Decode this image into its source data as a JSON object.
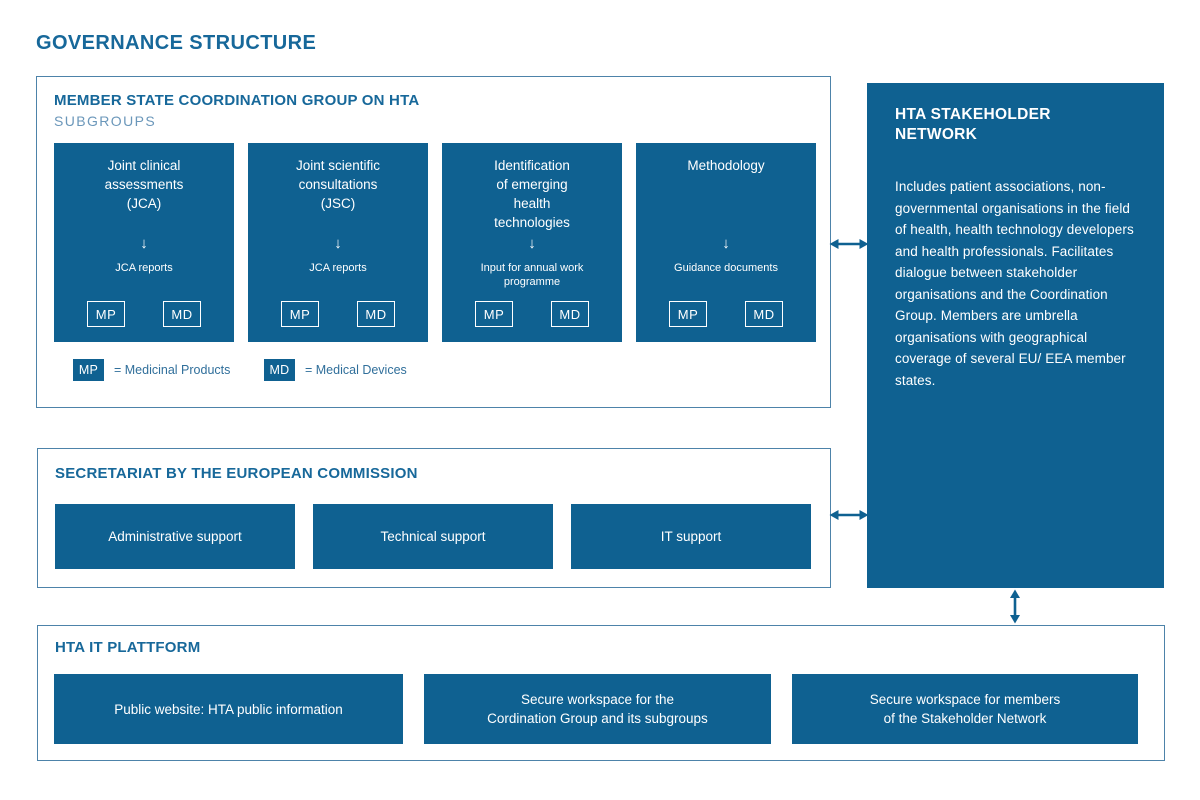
{
  "title": "GOVERNANCE STRUCTURE",
  "colors": {
    "primary": "#0f6191",
    "heading": "#17689a",
    "muted": "#6b97ba",
    "border": "#4d83a9",
    "legend": "#306f9b",
    "white": "#ffffff"
  },
  "icons": {
    "down_arrow": "↓"
  },
  "member_group": {
    "title": "MEMBER STATE COORDINATION GROUP ON HTA",
    "subtitle": "SUBGROUPS",
    "subgroups": [
      {
        "title": "Joint clinical\nassessments\n(JCA)",
        "output": "JCA reports",
        "badges": [
          "MP",
          "MD"
        ]
      },
      {
        "title": "Joint scientific\nconsultations\n(JSC)",
        "output": "JCA reports",
        "badges": [
          "MP",
          "MD"
        ]
      },
      {
        "title": "Identification\nof emerging\nhealth\ntechnologies",
        "output": "Input for annual work\nprogramme",
        "badges": [
          "MP",
          "MD"
        ]
      },
      {
        "title": "Methodology",
        "output": "Guidance documents",
        "badges": [
          "MP",
          "MD"
        ]
      }
    ],
    "legend": [
      {
        "abbr": "MP",
        "meaning": "= Medicinal Products"
      },
      {
        "abbr": "MD",
        "meaning": "= Medical Devices"
      }
    ]
  },
  "stakeholder_network": {
    "title": "HTA STAKEHOLDER\nNETWORK",
    "description": "Includes patient associations, non-governmental organisations in the field of health, health technology developers and health professionals. Facilitates dialogue between stakeholder organisations and the Coordination Group. Members are umbrella organisations with geographical coverage of several EU/ EEA member states."
  },
  "secretariat": {
    "title": "SECRETARIAT BY THE EUROPEAN COMMISSION",
    "items": [
      "Administrative support",
      "Technical support",
      "IT support"
    ]
  },
  "it_platform": {
    "title": "HTA IT PLATTFORM",
    "items": [
      "Public website: HTA public information",
      "Secure workspace for the\nCordination Group and its subgroups",
      "Secure workspace for members\nof the Stakeholder Network"
    ]
  }
}
